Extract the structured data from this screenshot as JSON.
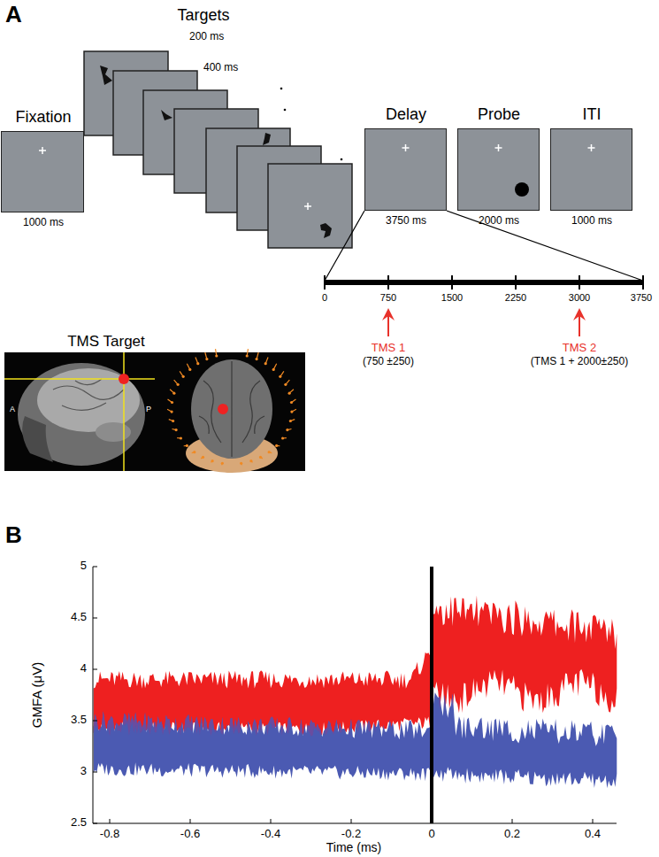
{
  "diagram": {
    "nodes": [
      {
        "text": [
          "Fixation",
          "1000 ms"
        ]
      },
      {
        "text": [
          "Targets",
          "200 ms",
          "400 ms"
        ]
      },
      {
        "text": [
          "Delay",
          "3750 ms"
        ]
      },
      {
        "text": [
          "Probe",
          "2000 ms"
        ]
      },
      {
        "text": [
          "ITI",
          "1000 ms"
        ]
      }
    ],
    "labels": [
      "A",
      "TMS Target",
      "A",
      "P",
      "0",
      "750",
      "1500",
      "2250",
      "3000",
      "3750",
      "TMS 1",
      "(750 ±250)",
      "TMS 2",
      "(TMS 1 + 2000±250)",
      "B",
      "5",
      "4.5",
      "4",
      "3.5",
      "3",
      "2.5",
      "-0.8",
      "-0.6",
      "-0.4",
      "-0.2",
      "0",
      "0.2",
      "0.4",
      "GMFA (μV)",
      "Time (ms)"
    ]
  }
}
